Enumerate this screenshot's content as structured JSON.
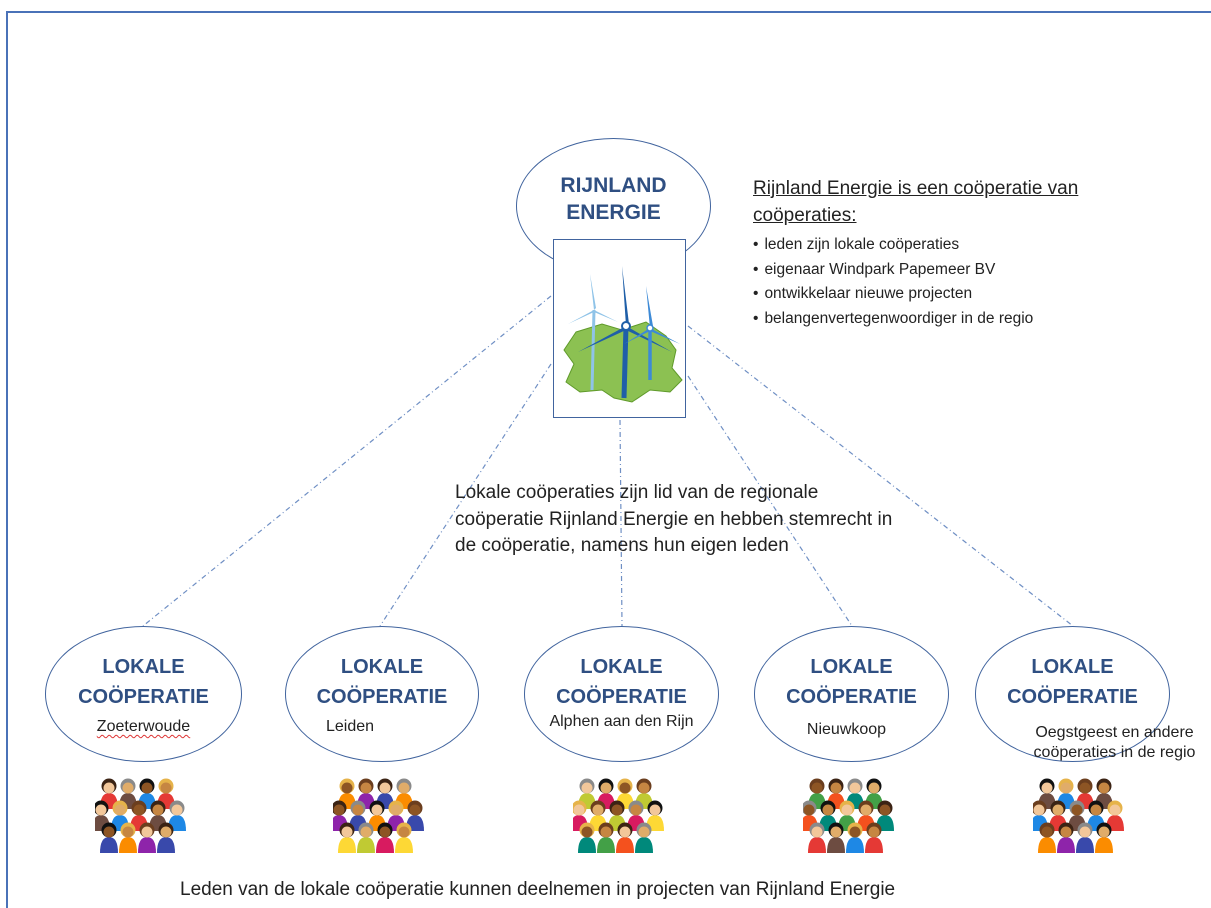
{
  "central": {
    "title": "RIJNLAND\nENERGIE"
  },
  "info": {
    "heading": "Rijnland Energie is een coöperatie van coöperaties:",
    "bullets": [
      "leden zijn lokale coöperaties",
      "eigenaar Windpark Papemeer BV",
      "ontwikkelaar nieuwe projecten",
      "belangenvertegenwoordiger in de regio"
    ]
  },
  "middle_text": "Lokale coöperaties zijn lid van de regionale coöperatie Rijnland Energie en hebben stemrecht in de coöperatie, namens hun eigen leden",
  "locals": [
    {
      "title": "LOKALE\nCOÖPERATIE",
      "name": "Zoeterwoude"
    },
    {
      "title": "LOKALE\nCOÖPERATIE",
      "name": "Leiden"
    },
    {
      "title": "LOKALE\nCOÖPERATIE",
      "name": "Alphen aan den Rijn"
    },
    {
      "title": "LOKALE\nCOÖPERATIE",
      "name": "Nieuwkoop"
    },
    {
      "title": "LOKALE\nCOÖPERATIE",
      "name": "Oegstgeest en andere\ncoöperaties in de regio"
    }
  ],
  "bottom_text": "Leden van de lokale coöperatie kunnen deelnemen in projecten van Rijnland Energie",
  "colors": {
    "title_blue": "#2f4f82",
    "outline_blue": "#41649e",
    "map_green": "#8cc152",
    "turbine_blue": "#1f5fa8"
  }
}
